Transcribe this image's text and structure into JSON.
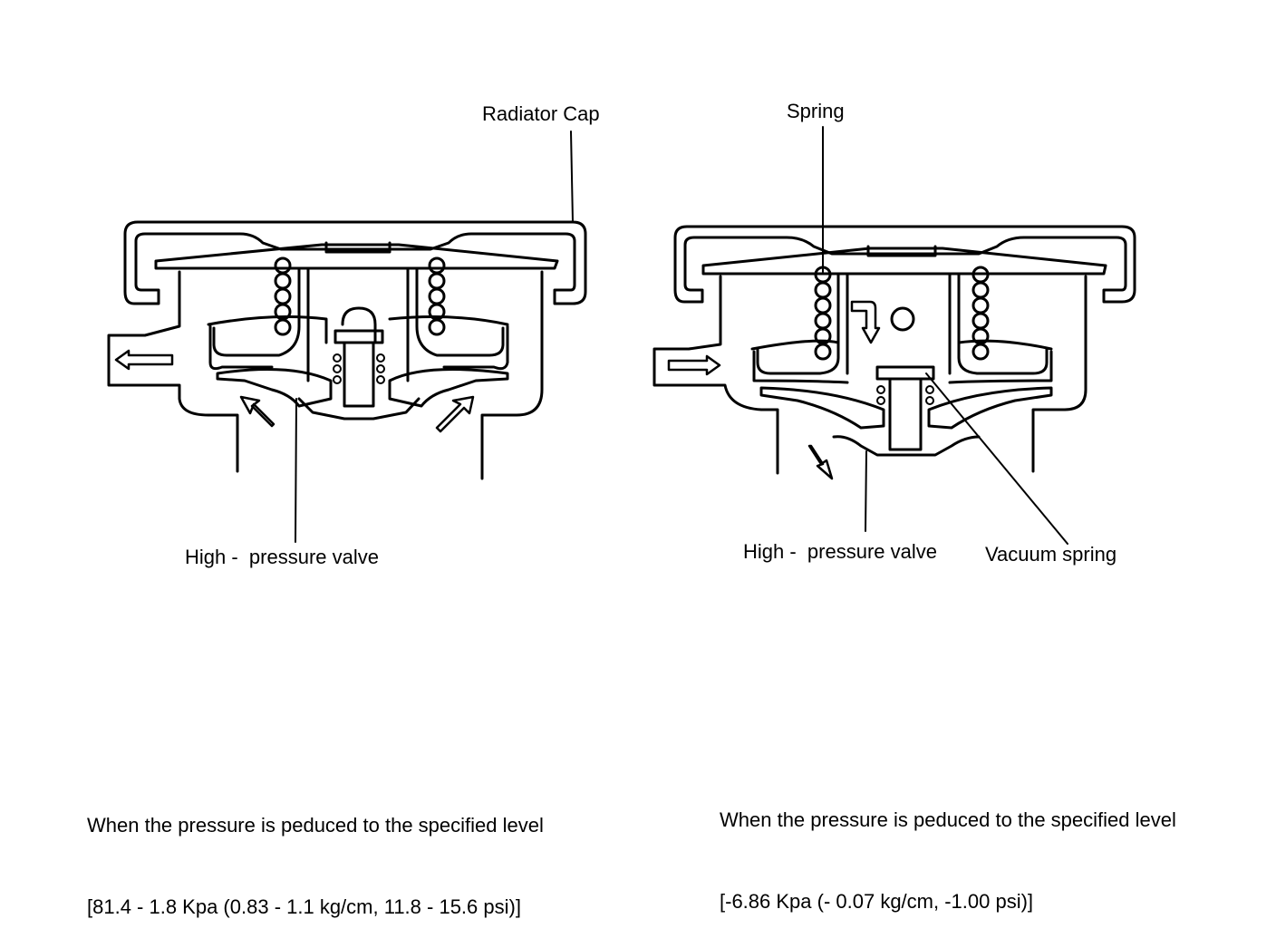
{
  "left_figure": {
    "label_radiator_cap": "Radiator Cap",
    "label_valve": "High -  pressure valve",
    "caption_line1": "When the pressure is peduced to the specified level",
    "caption_line2": "[81.4 - 1.8 Kpa (0.83 - 1.1 kg/cm, 11.8 - 15.6 psi)]"
  },
  "right_figure": {
    "label_spring": "Spring",
    "label_valve": "High -  pressure valve",
    "label_vacuum_spring": "Vacuum spring",
    "caption_line1": "When the pressure is peduced to the specified level",
    "caption_line2": "[-6.86 Kpa (- 0.07 kg/cm, -1.00 psi)]"
  }
}
